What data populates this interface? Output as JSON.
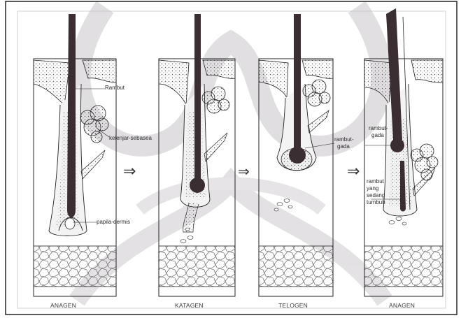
{
  "diagram": {
    "stages": [
      "ANAGEN",
      "KATAGEN",
      "TELOGEN",
      "ANAGEN"
    ],
    "labels": {
      "rambut": "Rambut",
      "kelenjar_sebasea": "kelenjar-sebasea",
      "papila_dermis": "papila-dermis",
      "rambut_gada_1": "rambut-",
      "rambut_gada_2": "gada",
      "rambut_tumbuh_1": "rambut",
      "rambut_tumbuh_2": "yang",
      "rambut_tumbuh_3": "sedang",
      "rambut_tumbuh_4": "tumbuh"
    },
    "arrow_symbol": "⇒",
    "colors": {
      "hair": "#3b2e33",
      "outline": "#1e1e1e",
      "paper": "#ffffff",
      "watermark": "#c9c4cb"
    }
  }
}
